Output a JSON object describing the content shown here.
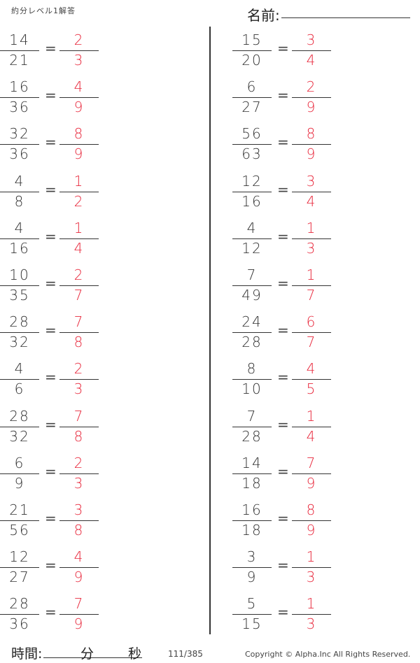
{
  "header": {
    "title": "約分レベル1解答",
    "name_label": "名前:"
  },
  "left": [
    {
      "num": "14",
      "den": "21",
      "ans_num": "2",
      "ans_den": "3"
    },
    {
      "num": "16",
      "den": "36",
      "ans_num": "4",
      "ans_den": "9"
    },
    {
      "num": "32",
      "den": "36",
      "ans_num": "8",
      "ans_den": "9"
    },
    {
      "num": "4",
      "den": "8",
      "ans_num": "1",
      "ans_den": "2"
    },
    {
      "num": "4",
      "den": "16",
      "ans_num": "1",
      "ans_den": "4"
    },
    {
      "num": "10",
      "den": "35",
      "ans_num": "2",
      "ans_den": "7"
    },
    {
      "num": "28",
      "den": "32",
      "ans_num": "7",
      "ans_den": "8"
    },
    {
      "num": "4",
      "den": "6",
      "ans_num": "2",
      "ans_den": "3"
    },
    {
      "num": "28",
      "den": "32",
      "ans_num": "7",
      "ans_den": "8"
    },
    {
      "num": "6",
      "den": "9",
      "ans_num": "2",
      "ans_den": "3"
    },
    {
      "num": "21",
      "den": "56",
      "ans_num": "3",
      "ans_den": "8"
    },
    {
      "num": "12",
      "den": "27",
      "ans_num": "4",
      "ans_den": "9"
    },
    {
      "num": "28",
      "den": "36",
      "ans_num": "7",
      "ans_den": "9"
    }
  ],
  "right": [
    {
      "num": "15",
      "den": "20",
      "ans_num": "3",
      "ans_den": "4"
    },
    {
      "num": "6",
      "den": "27",
      "ans_num": "2",
      "ans_den": "9"
    },
    {
      "num": "56",
      "den": "63",
      "ans_num": "8",
      "ans_den": "9"
    },
    {
      "num": "12",
      "den": "16",
      "ans_num": "3",
      "ans_den": "4"
    },
    {
      "num": "4",
      "den": "12",
      "ans_num": "1",
      "ans_den": "3"
    },
    {
      "num": "7",
      "den": "49",
      "ans_num": "1",
      "ans_den": "7"
    },
    {
      "num": "24",
      "den": "28",
      "ans_num": "6",
      "ans_den": "7"
    },
    {
      "num": "8",
      "den": "10",
      "ans_num": "4",
      "ans_den": "5"
    },
    {
      "num": "7",
      "den": "28",
      "ans_num": "1",
      "ans_den": "4"
    },
    {
      "num": "14",
      "den": "18",
      "ans_num": "7",
      "ans_den": "9"
    },
    {
      "num": "16",
      "den": "18",
      "ans_num": "8",
      "ans_den": "9"
    },
    {
      "num": "3",
      "den": "9",
      "ans_num": "1",
      "ans_den": "3"
    },
    {
      "num": "5",
      "den": "15",
      "ans_num": "1",
      "ans_den": "3"
    }
  ],
  "equals": "=",
  "footer": {
    "time_label": "時間:",
    "minutes": "分",
    "seconds": "秒",
    "page": "111/385",
    "copyright": "Copyright ©  Alpha.Inc All Rights Reserved."
  },
  "colors": {
    "answer": "#e8283c",
    "text": "#333333"
  }
}
